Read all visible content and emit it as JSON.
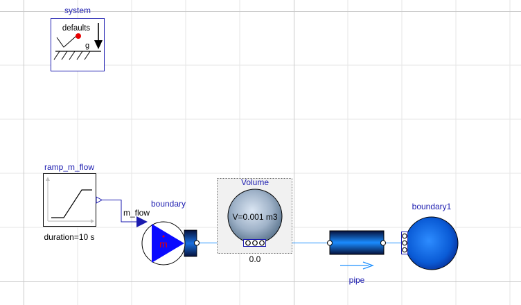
{
  "diagram": {
    "components": {
      "system": {
        "name": "system",
        "inner_text": "defaults",
        "gravity_label": "g"
      },
      "ramp": {
        "name": "ramp_m_flow",
        "param": "duration=10 s",
        "output_label": "m_flow"
      },
      "boundary": {
        "name": "boundary",
        "symbol": "m"
      },
      "volume": {
        "name": "Volume",
        "param": "V=0.001 m3",
        "value": "0.0"
      },
      "pipe": {
        "name": "pipe"
      },
      "boundary1": {
        "name": "boundary1"
      }
    },
    "colors": {
      "label_blue": "#1b1baf",
      "connector_blue": "#0a3cff",
      "grid": "#e3e3e3",
      "red": "#e60000"
    }
  }
}
